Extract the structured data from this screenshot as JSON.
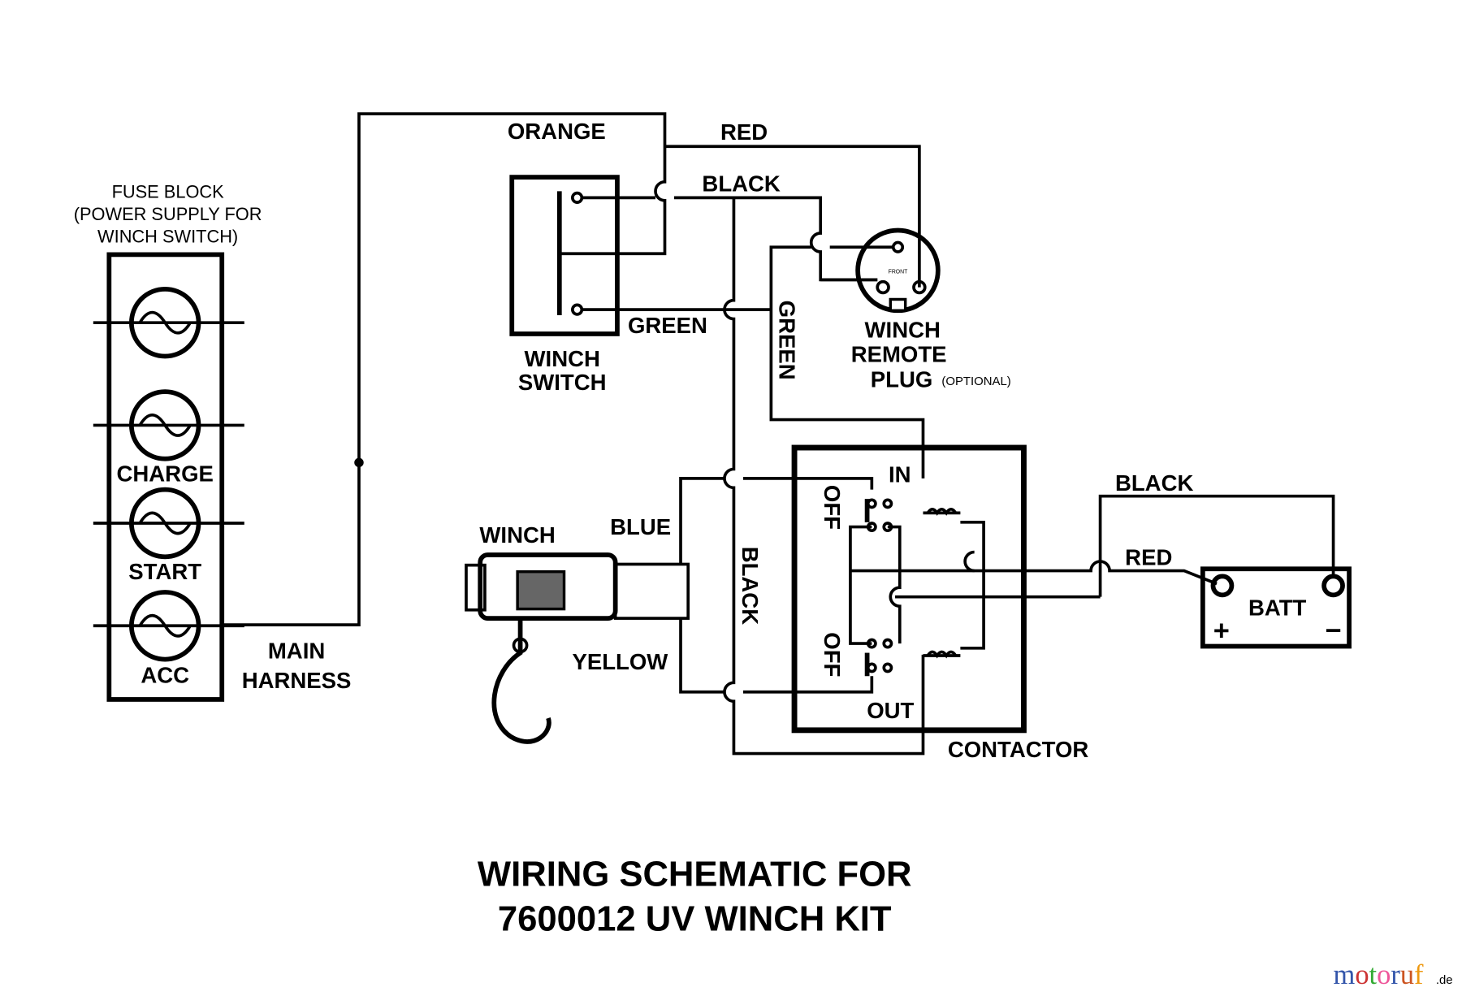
{
  "title": {
    "line1": "WIRING SCHEMATIC FOR",
    "line2": "7600012 UV WINCH KIT"
  },
  "fuse_block": {
    "label_lines": [
      "FUSE BLOCK",
      "(POWER SUPPLY FOR",
      "WINCH SWITCH)"
    ],
    "fuses": [
      "",
      "CHARGE",
      "START",
      "ACC"
    ]
  },
  "main_harness": [
    "MAIN",
    "HARNESS"
  ],
  "wires": {
    "orange": "ORANGE",
    "red_top": "RED",
    "black_top": "BLACK",
    "green_switch": "GREEN",
    "green_vertical": "GREEN",
    "blue": "BLUE",
    "yellow": "YELLOW",
    "black_vertical": "BLACK",
    "black_batt": "BLACK",
    "red_batt": "RED"
  },
  "winch_switch": [
    "WINCH",
    "SWITCH"
  ],
  "remote_plug": {
    "lines": [
      "WINCH",
      "REMOTE",
      "PLUG"
    ],
    "note": "(OPTIONAL)",
    "pin_text": "FRONT"
  },
  "winch": "WINCH",
  "contactor": {
    "label": "CONTACTOR",
    "in": "IN",
    "out": "OUT",
    "off_top": "OFF",
    "off_bottom": "OFF"
  },
  "battery": {
    "label": "BATT",
    "plus": "+",
    "minus": "−"
  },
  "watermark": {
    "text": "motoruf",
    "suffix": ".de",
    "colors": [
      "#3355aa",
      "#cc3333",
      "#33aa33",
      "#ee5599",
      "#3355aa",
      "#cc5522",
      "#ee9911",
      "#ddbb11"
    ]
  }
}
